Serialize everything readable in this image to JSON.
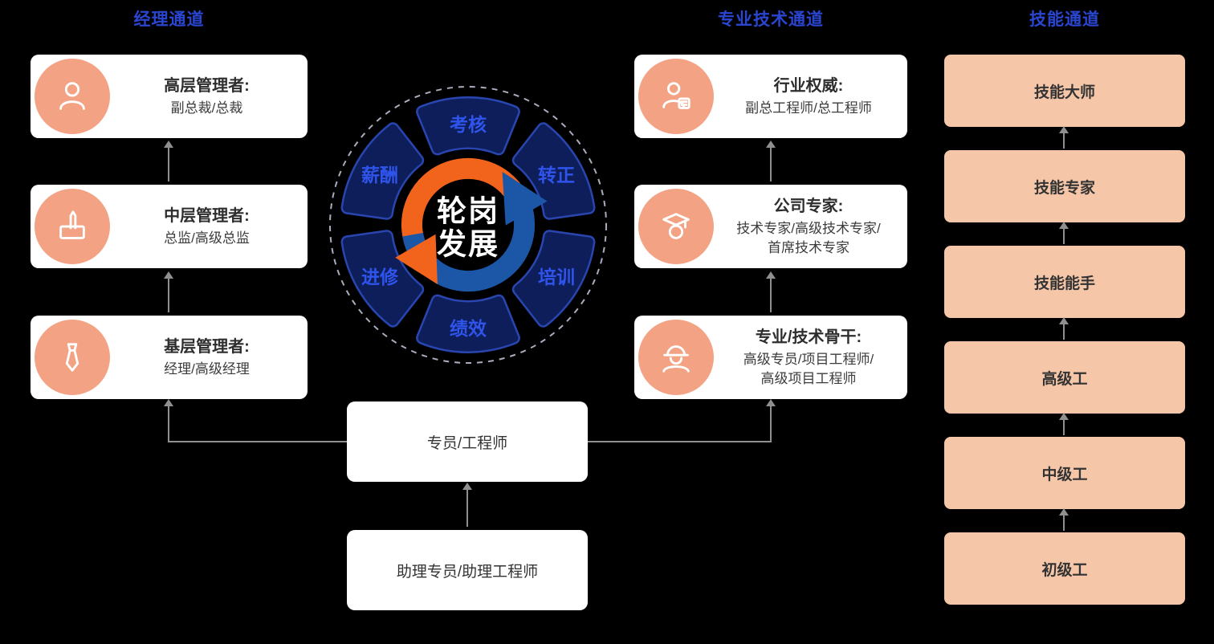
{
  "diagram": {
    "manager_channel": {
      "title": "经理通道",
      "levels": [
        {
          "icon": "person-icon",
          "title": "高层管理者:",
          "line1": "副总裁/总裁"
        },
        {
          "icon": "pen-box-icon",
          "title": "中层管理者:",
          "line1": "总监/高级总监"
        },
        {
          "icon": "tie-icon",
          "title": "基层管理者:",
          "line1": "经理/高级经理"
        }
      ]
    },
    "professional_channel": {
      "title": "专业技术通道",
      "levels": [
        {
          "icon": "person-badge-icon",
          "title": "行业权威:",
          "line1": "副总工程师/总工程师"
        },
        {
          "icon": "graduate-icon",
          "title": "公司专家:",
          "line1": "技术专家/高级技术专家/",
          "line2": "首席技术专家"
        },
        {
          "icon": "engineer-icon",
          "title": "专业/技术骨干:",
          "line1": "高级专员/项目工程师/",
          "line2": "高级项目工程师"
        }
      ]
    },
    "skill_channel": {
      "title": "技能通道",
      "levels": [
        "技能大师",
        "技能专家",
        "技能能手",
        "高级工",
        "中级工",
        "初级工"
      ]
    },
    "base": {
      "mid": "专员/工程师",
      "bottom": "助理专员/助理工程师"
    },
    "wheel": {
      "center_top": "轮岗",
      "center_bottom": "发展",
      "segments": [
        "考核",
        "转正",
        "培训",
        "绩效",
        "进修",
        "薪酬"
      ]
    }
  },
  "colors": {
    "background": "#000000",
    "card_bg": "#ffffff",
    "title_blue": "#2a46d0",
    "accent_salmon": "#f3a383",
    "skill_card": "#f5c6a8",
    "petal_fill": "#0e1e5a",
    "petal_outline": "#2946b0",
    "segment_text": "#2f54eb",
    "orange_arrow": "#f2641c",
    "blue_arrow": "#1c56a6",
    "connector_gray": "#8f8f8f",
    "card_title_text": "#2d2d2d",
    "card_sub_text": "#3c3c3c"
  }
}
